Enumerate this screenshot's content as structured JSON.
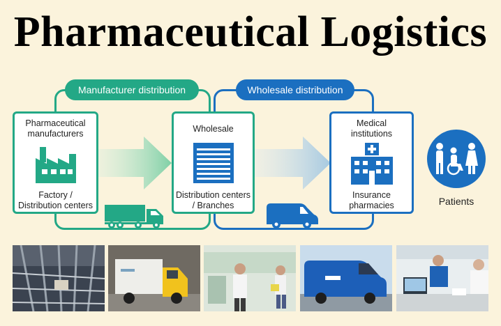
{
  "title": "Pharmaceutical Logistics",
  "phases": {
    "manufacturer": "Manufacturer distribution",
    "wholesale": "Wholesale distribution"
  },
  "nodes": {
    "manufacturers": {
      "top": "Pharmaceutical\nmanufacturers",
      "bottom": "Factory /\nDistribution centers",
      "icon": "factory-icon"
    },
    "wholesale": {
      "top": "Wholesale",
      "bottom": "Distribution centers\n/ Branches",
      "icon": "warehouse-shutter-icon"
    },
    "medical": {
      "top": "Medical\ninstitutions",
      "bottom": "Insurance\npharmacies",
      "icon": "hospital-icon"
    }
  },
  "patients": {
    "label": "Patients",
    "icon": "patients-icon"
  },
  "vehicles": [
    "truck-icon",
    "van-icon"
  ],
  "photos": [
    "warehouse-racks-photo",
    "delivery-truck-photo",
    "branch-staff-photo",
    "blue-van-photo",
    "pharmacy-counter-photo"
  ],
  "colors": {
    "green": "#23a886",
    "blue": "#1b6fc0",
    "background": "#fbf3dc"
  }
}
